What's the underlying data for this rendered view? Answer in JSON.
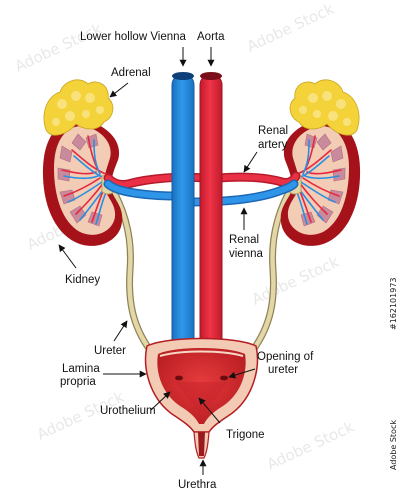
{
  "labels": {
    "vena_cava": "Lower hollow Vienna",
    "aorta": "Aorta",
    "adrenal": "Adrenal",
    "renal_artery_1": "Renal",
    "renal_artery_2": "artery",
    "renal_vein_1": "Renal",
    "renal_vein_2": "vienna",
    "kidney": "Kidney",
    "ureter": "Ureter",
    "lamina_1": "Lamina",
    "lamina_2": "propria",
    "opening_1": "Opening of",
    "opening_2": "ureter",
    "urothelium": "Urothelium",
    "trigone": "Trigone",
    "urethra": "Urethra"
  },
  "watermark": {
    "brand": "Adobe Stock",
    "stock_id": "#162101973"
  },
  "colors": {
    "vein_blue": "#2b8fe0",
    "artery_red": "#e6283e",
    "adrenal_yellow": "#f4d23a",
    "kidney_red": "#b3131b",
    "kidney_inner": "#f2c9b4",
    "ureter_tan": "#c9b98a",
    "bladder_red": "#d42a2f",
    "bladder_wall": "#f3cbb5"
  }
}
